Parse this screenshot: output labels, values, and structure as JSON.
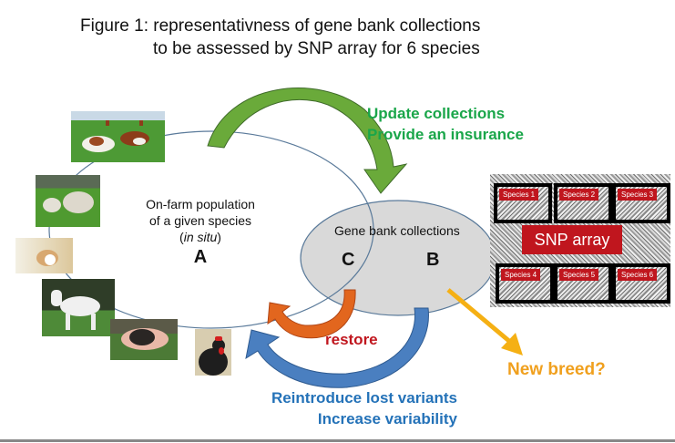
{
  "title": {
    "line1": "Figure 1: representativness of gene bank collections",
    "line2": "to be assessed by SNP array for 6 species"
  },
  "population": {
    "line1": "On-farm population",
    "line2": "of a given species",
    "line3_prefix": "(",
    "line3_italic": "in situ",
    "line3_suffix": ")",
    "letter": "A"
  },
  "gene_bank": {
    "label": "Gene bank collections",
    "overlap_letter": "C",
    "letter": "B"
  },
  "arrows": {
    "update": {
      "line1": "Update collections",
      "line2": "Provide an insurance",
      "color": "#6aaa3a"
    },
    "restore": {
      "label": "restore",
      "color": "#e2661e"
    },
    "reintroduce": {
      "line1": "Reintroduce lost variants",
      "line2": "Increase variability",
      "color": "#4a7fc0"
    },
    "new_breed": {
      "label": "New breed?",
      "color": "#f5b014"
    }
  },
  "snp_array": {
    "title": "SNP array",
    "species": [
      "Species 1",
      "Species 2",
      "Species 3",
      "Species 4",
      "Species 5",
      "Species 6"
    ]
  },
  "photos": [
    {
      "subject": "cows"
    },
    {
      "subject": "sheep"
    },
    {
      "subject": "goat"
    },
    {
      "subject": "horse"
    },
    {
      "subject": "pig"
    },
    {
      "subject": "chicken"
    }
  ],
  "colors": {
    "title_text": "#111111",
    "update_text": "#1aa64a",
    "restore_text": "#c0161e",
    "reintroduce_text": "#2472b8",
    "new_breed_text": "#f0a01e",
    "gene_bank_fill": "#d9d9d9",
    "ellipse_stroke": "#5a7a9a",
    "snp_red": "#c0161e"
  }
}
